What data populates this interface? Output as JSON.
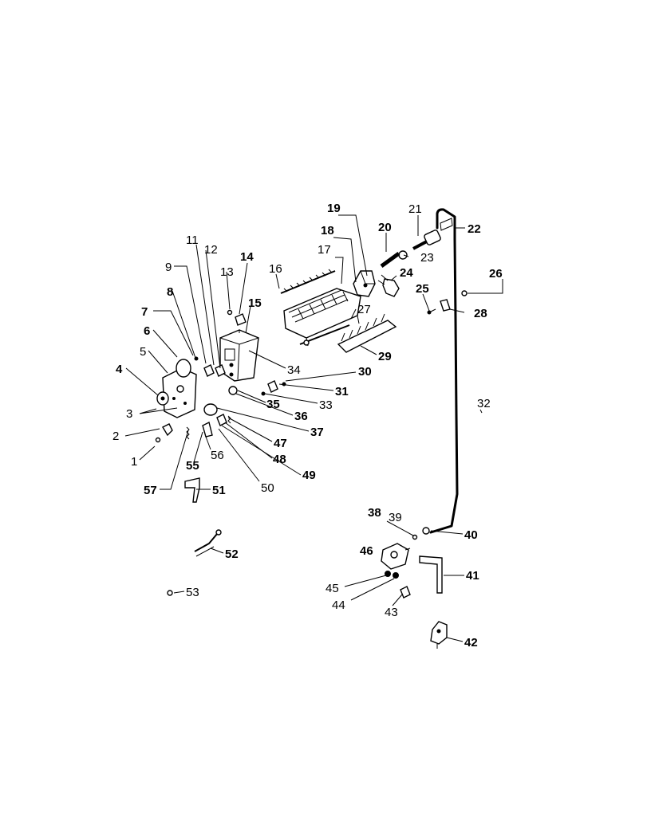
{
  "labels": [
    {
      "text": "1",
      "bold": false
    },
    {
      "text": "2",
      "bold": false
    },
    {
      "text": "3",
      "bold": false
    },
    {
      "text": "4",
      "bold": true
    },
    {
      "text": "5",
      "bold": false
    },
    {
      "text": "6",
      "bold": true
    },
    {
      "text": "7",
      "bold": true
    },
    {
      "text": "8",
      "bold": true
    },
    {
      "text": "9",
      "bold": false
    },
    {
      "text": "11",
      "bold": false
    },
    {
      "text": "12",
      "bold": false
    },
    {
      "text": "13",
      "bold": false
    },
    {
      "text": "14",
      "bold": true
    },
    {
      "text": "15",
      "bold": true
    },
    {
      "text": "16",
      "bold": false
    },
    {
      "text": "17",
      "bold": false
    },
    {
      "text": "18",
      "bold": true
    },
    {
      "text": "19",
      "bold": true
    },
    {
      "text": "20",
      "bold": true
    },
    {
      "text": "21",
      "bold": false
    },
    {
      "text": "22",
      "bold": true
    },
    {
      "text": "23",
      "bold": false
    },
    {
      "text": "24",
      "bold": true
    },
    {
      "text": "25",
      "bold": true
    },
    {
      "text": "26",
      "bold": true
    },
    {
      "text": "27",
      "bold": false
    },
    {
      "text": "28",
      "bold": true
    },
    {
      "text": "29",
      "bold": true
    },
    {
      "text": "30",
      "bold": true
    },
    {
      "text": "31",
      "bold": true
    },
    {
      "text": "32",
      "bold": false
    },
    {
      "text": "33",
      "bold": false
    },
    {
      "text": "34",
      "bold": false
    },
    {
      "text": "35",
      "bold": true
    },
    {
      "text": "36",
      "bold": true
    },
    {
      "text": "37",
      "bold": true
    },
    {
      "text": "38",
      "bold": true
    },
    {
      "text": "39",
      "bold": false
    },
    {
      "text": "40",
      "bold": true
    },
    {
      "text": "41",
      "bold": true
    },
    {
      "text": "42",
      "bold": true
    },
    {
      "text": "43",
      "bold": false
    },
    {
      "text": "44",
      "bold": false
    },
    {
      "text": "45",
      "bold": false
    },
    {
      "text": "46",
      "bold": true
    },
    {
      "text": "47",
      "bold": true
    },
    {
      "text": "48",
      "bold": true
    },
    {
      "text": "49",
      "bold": true
    },
    {
      "text": "50",
      "bold": false
    },
    {
      "text": "51",
      "bold": true
    },
    {
      "text": "52",
      "bold": true
    },
    {
      "text": "53",
      "bold": false
    },
    {
      "text": "55",
      "bold": true
    },
    {
      "text": "56",
      "bold": false
    },
    {
      "text": "57",
      "bold": true
    }
  ]
}
